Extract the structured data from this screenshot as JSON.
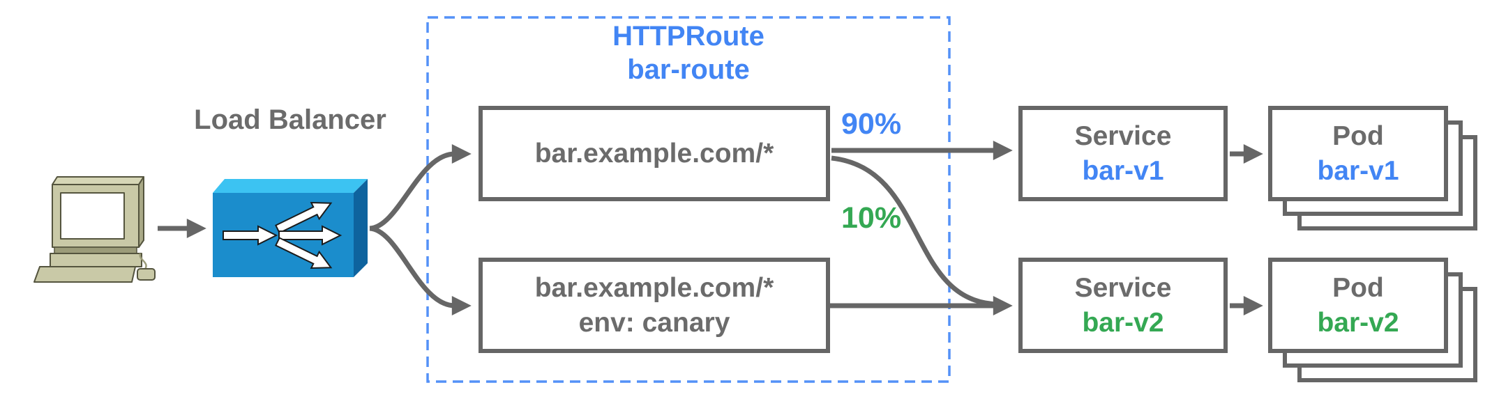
{
  "load_balancer": {
    "label": "Load Balancer",
    "icon": "load-balancer"
  },
  "client": {
    "icon": "desktop-computer"
  },
  "httproute": {
    "kind": "HTTPRoute",
    "name": "bar-route",
    "rules": [
      {
        "match": "bar.example.com/*",
        "weight": "90%"
      },
      {
        "match": "bar.example.com/*",
        "header": "env: canary",
        "weight": "10%"
      }
    ]
  },
  "services": [
    {
      "kind": "Service",
      "name": "bar-v1"
    },
    {
      "kind": "Service",
      "name": "bar-v2"
    }
  ],
  "pods": [
    {
      "kind": "Pod",
      "name": "bar-v1"
    },
    {
      "kind": "Pod",
      "name": "bar-v2"
    }
  ],
  "colors": {
    "blue": "#4285F4",
    "green": "#34A853",
    "gray_text": "#6B6B6B",
    "line": "#666666",
    "dashed_border": "#5491F7",
    "lb_top": "#3CC3F2",
    "lb_front": "#1B8DCC",
    "lb_side": "#0E639E",
    "computer_beige": "#C9C9A7"
  }
}
